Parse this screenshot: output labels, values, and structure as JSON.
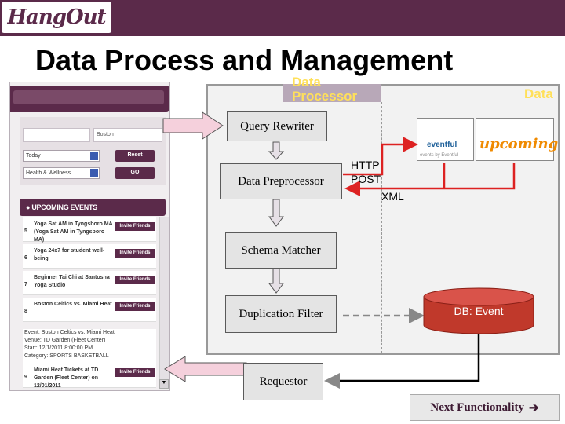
{
  "header": {
    "logo_text": "HangOut",
    "bar_color": "#5b2a4a"
  },
  "title": "Data Process and Management",
  "app_screenshot": {
    "location_value": "Boston",
    "date_select": "Today",
    "category_select": "Health & Wellness",
    "reset_label": "Reset",
    "go_label": "GO",
    "events_header": "UPCOMING EVENTS",
    "events": [
      {
        "num": "5",
        "text": "Yoga Sat AM in Tyngsboro MA (Yoga Sat AM in Tyngsboro MA)",
        "invite": "Invite Friends"
      },
      {
        "num": "6",
        "text": "Yoga 24x7 for student well-being",
        "invite": "Invite Friends"
      },
      {
        "num": "7",
        "text": "Beginner Tai Chi at Santosha Yoga Studio",
        "invite": "Invite Friends"
      },
      {
        "num": "8",
        "text": "Boston Celtics vs. Miami Heat",
        "invite": "Invite Friends"
      },
      {
        "num": "9",
        "text": "Miami Heat Tickets at TD Garden (Fleet Center) on 12/01/2011",
        "invite": "Invite Friends"
      }
    ],
    "detail": {
      "event": "Event: Boston Celtics vs. Miami Heat",
      "venue": "Venue: TD Garden (Fleet Center)",
      "start": "Start: 12/1/2011 8:00:00 PM",
      "category": "Category: SPORTS BASKETBALL"
    }
  },
  "diagram": {
    "data_processor_label": "Data Processor",
    "data_label": "Data",
    "query_rewriter": "Query Rewriter",
    "data_preprocessor": "Data Preprocessor",
    "schema_matcher": "Schema Matcher",
    "duplication_filter": "Duplication Filter",
    "requestor": "Requestor",
    "http_post": "HTTP POST",
    "xml": "XML",
    "db_event": "DB:  Event",
    "sources": {
      "eventful": "eventful",
      "eventful_sub": "events by Eventful",
      "upcoming": "upcoming"
    }
  },
  "next_button": "Next Functionality",
  "colors": {
    "accent": "#5b2a4a",
    "box_fill": "#e4e4e4",
    "panel_fill": "#f2f2f2",
    "red_line": "#dd2222",
    "db_fill": "#c0392b",
    "yellow_text": "#ffe05a"
  }
}
